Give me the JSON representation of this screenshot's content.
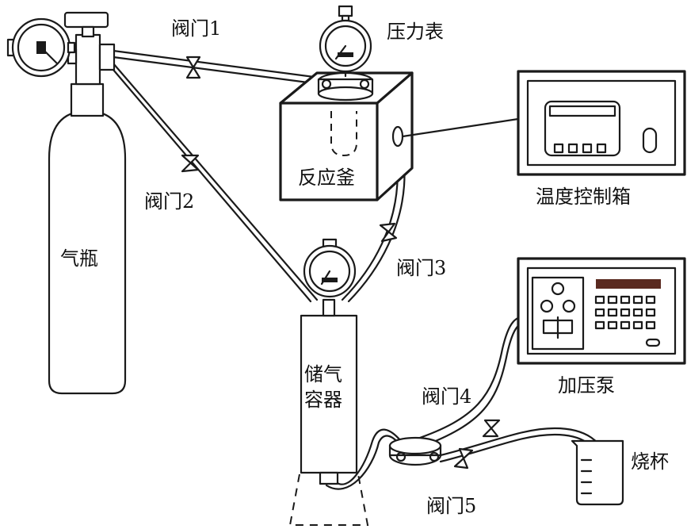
{
  "labels": {
    "valve1": "阀门1",
    "valve2": "阀门2",
    "valve3": "阀门3",
    "valve4": "阀门4",
    "valve5": "阀门5",
    "pressure_gauge": "压力表",
    "reactor": "反应釜",
    "temp_controller": "温度控制箱",
    "gas_cylinder": "气瓶",
    "storage_line1": "储气",
    "storage_line2": "容器",
    "pump": "加压泵",
    "beaker": "烧杯"
  }
}
